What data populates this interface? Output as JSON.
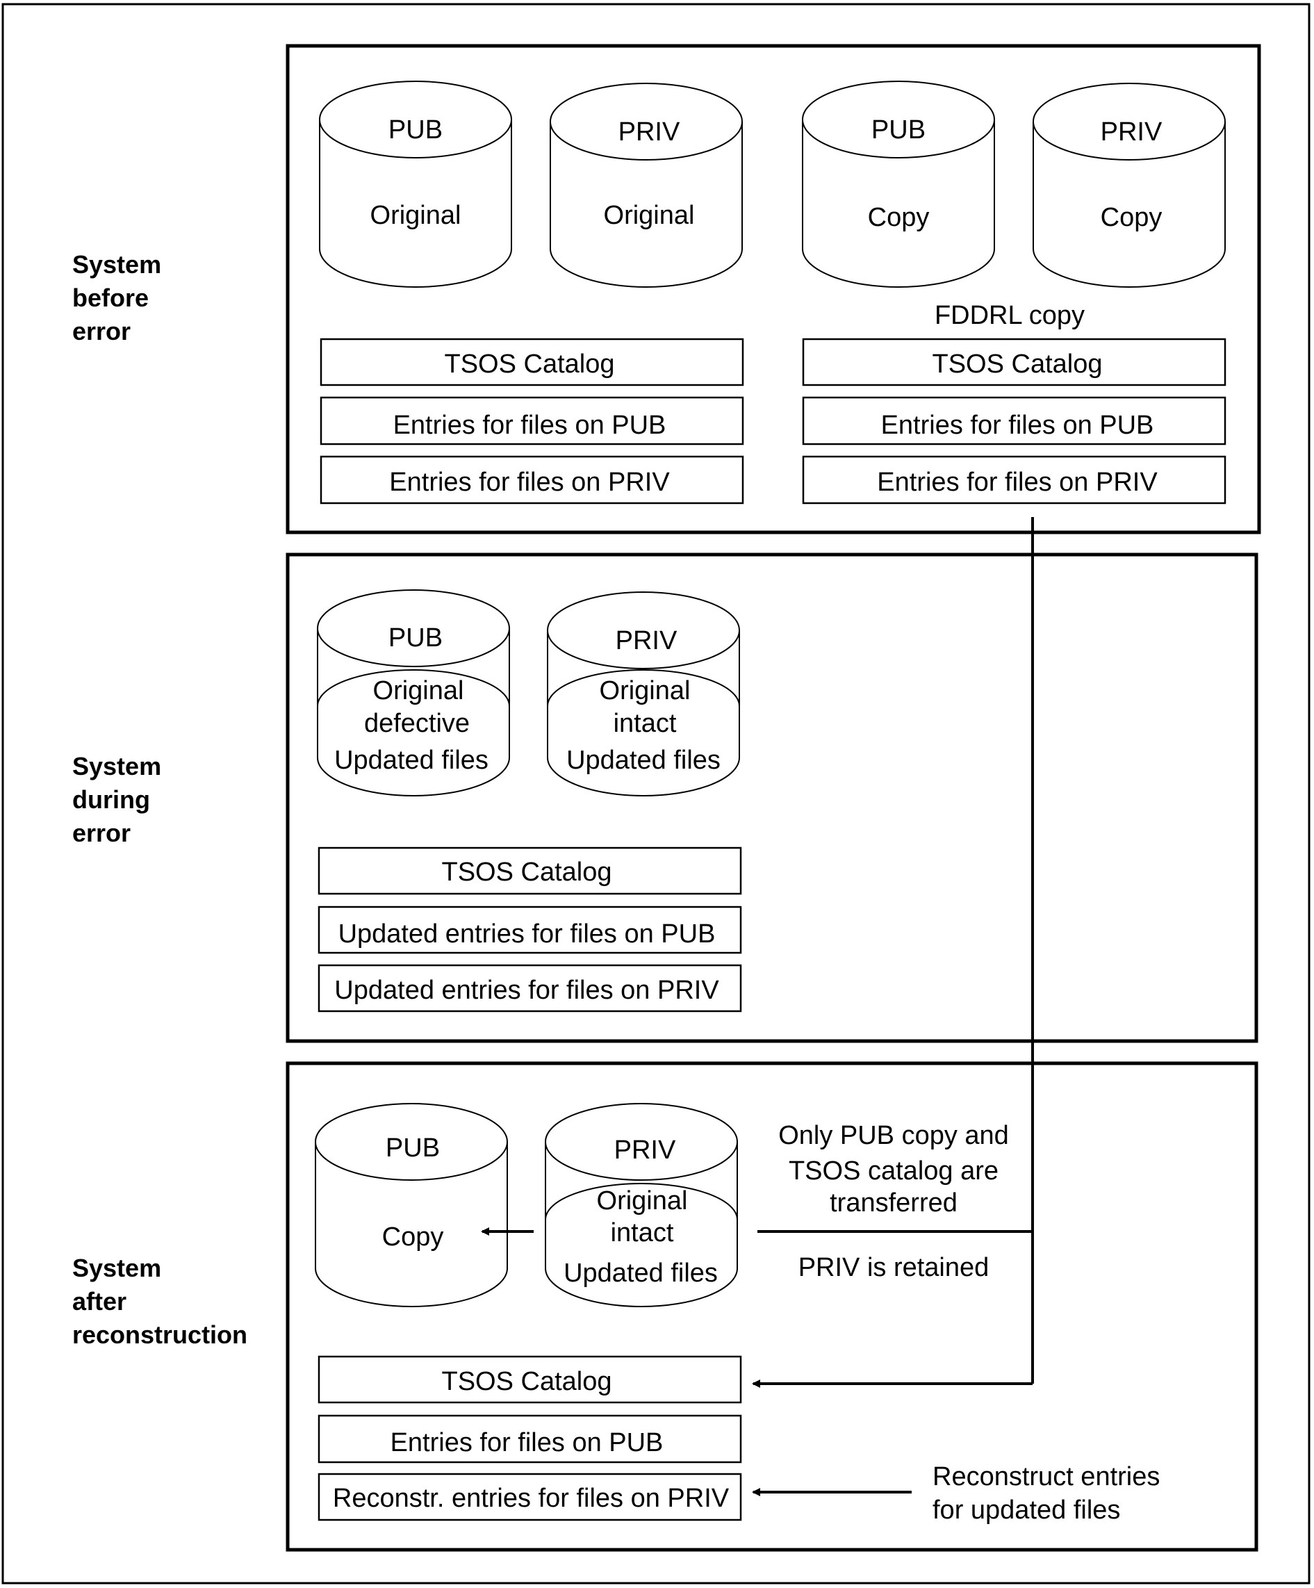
{
  "sections": {
    "before": {
      "side_label": [
        "System",
        "before",
        "error"
      ],
      "disks": [
        {
          "title": "PUB",
          "lines": [
            "Original"
          ]
        },
        {
          "title": "PRIV",
          "lines": [
            "Original"
          ]
        },
        {
          "title": "PUB",
          "lines": [
            "Copy"
          ]
        },
        {
          "title": "PRIV",
          "lines": [
            "Copy"
          ]
        }
      ],
      "copy_caption": "FDDRL copy",
      "left_boxes": [
        "TSOS Catalog",
        "Entries for files on PUB",
        "Entries for files on PRIV"
      ],
      "right_boxes": [
        "TSOS Catalog",
        "Entries for files on PUB",
        "Entries for files on PRIV"
      ]
    },
    "during": {
      "side_label": [
        "System",
        "during",
        "error"
      ],
      "disks": [
        {
          "title": "PUB",
          "upper": [
            "Original",
            "defective"
          ],
          "lower": "Updated files"
        },
        {
          "title": "PRIV",
          "upper": [
            "Original",
            "intact"
          ],
          "lower": "Updated files"
        }
      ],
      "boxes": [
        "TSOS Catalog",
        "Updated entries for files on PUB",
        "Updated entries for files on PRIV"
      ]
    },
    "after": {
      "side_label": [
        "System",
        "after",
        "reconstruction"
      ],
      "disks": [
        {
          "title": "PUB",
          "lines": [
            "Copy"
          ]
        },
        {
          "title": "PRIV",
          "upper": [
            "Original",
            "intact"
          ],
          "lower": "Updated files"
        }
      ],
      "transfer_note": [
        "Only PUB copy and",
        "TSOS catalog are",
        "transferred"
      ],
      "retain_note": "PRIV is retained",
      "boxes": [
        "TSOS Catalog",
        "Entries for files on PUB",
        "Reconstr. entries for files on PRIV"
      ],
      "reconstruct_note": [
        "Reconstruct entries",
        "for updated files"
      ]
    }
  }
}
